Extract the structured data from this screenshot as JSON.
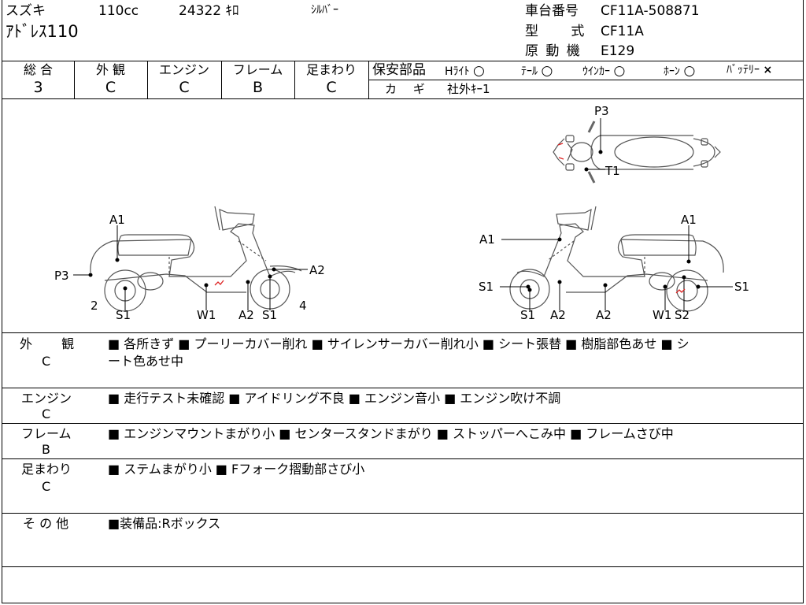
{
  "header": {
    "maker": "スズキ",
    "displacement": "110cc",
    "mileage": "24322 ｷﾛ",
    "color": "ｼﾙﾊﾞｰ",
    "model_name": "ｱﾄﾞﾚｽ110",
    "frame_number_label": "車台番号",
    "frame_number": "CF11A-508871",
    "type_label": "型 式",
    "type": "CF11A",
    "engine_label": "原 動 機",
    "engine": "E129"
  },
  "grades": {
    "headers": [
      "総 合",
      "外 観",
      "エンジン",
      "フレーム",
      "足まわり"
    ],
    "values": [
      "3",
      "C",
      "C",
      "B",
      "C"
    ]
  },
  "safety": {
    "label": "保安部品",
    "items": [
      {
        "name": "Hﾗｲﾄ",
        "status": "○"
      },
      {
        "name": "ﾃｰﾙ",
        "status": "○"
      },
      {
        "name": "ｳｲﾝｶｰ",
        "status": "○"
      },
      {
        "name": "ﾎｰﾝ",
        "status": "○"
      },
      {
        "name": "ﾊﾞｯﾃﾘｰ",
        "status": "×"
      }
    ],
    "key_label": "カ ギ",
    "key_value": "社外ｷｰ1"
  },
  "diagram_labels": {
    "top_p3": "P3",
    "top_t1": "T1",
    "left_a1": "A1",
    "left_p3": "P3",
    "left_a2": "A2",
    "left_num2": "2",
    "left_s1": "S1",
    "left_w1": "W1",
    "left_a2b": "A2",
    "left_s1b": "S1",
    "left_num4": "4",
    "right_a1": "A1",
    "right_a1b": "A1",
    "right_s1": "S1",
    "right_s1r": "S1",
    "right_s1b": "S1",
    "right_a2": "A2",
    "right_a2b": "A2",
    "right_w1": "W1",
    "right_s2": "S2"
  },
  "notes": [
    {
      "cat": "外 観",
      "grade": "C",
      "line1": "■ 各所きず ■ プーリーカバー削れ ■ サイレンサーカバー削れ小 ■ シート張替 ■ 樹脂部色あせ ■ シ",
      "line2": "ート色あせ中"
    },
    {
      "cat": "エンジン",
      "grade": "C",
      "line1": "■ 走行テスト未確認 ■ アイドリング不良 ■ エンジン音小 ■ エンジン吹け不調",
      "line2": ""
    },
    {
      "cat": "フレーム",
      "grade": "B",
      "line1": "■ エンジンマウントまがり小 ■ センタースタンドまがり ■ ストッパーへこみ中 ■ フレームさび中",
      "line2": ""
    },
    {
      "cat": "足まわり",
      "grade": "C",
      "line1": "■ ステムまがり小 ■ Fフォーク摺動部さび小",
      "line2": ""
    },
    {
      "cat": "そ の 他",
      "grade": "",
      "line1": "■装備品:Rボックス",
      "line2": ""
    }
  ]
}
